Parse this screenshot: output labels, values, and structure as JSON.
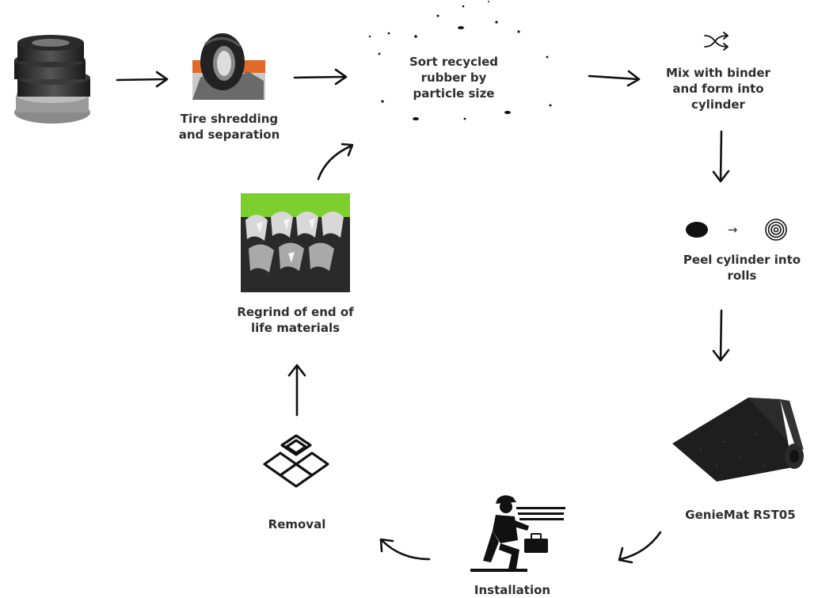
{
  "steps": {
    "tires": {
      "icon": "tire-stack-icon"
    },
    "shredding": {
      "label": "Tire shredding and separation",
      "icon": "tire-shredder-icon"
    },
    "sort": {
      "label": "Sort recycled rubber by particle size",
      "icon": "particles-icon"
    },
    "mix": {
      "label": "Mix with binder and form into cylinder",
      "icon": "shuffle-icon"
    },
    "peel": {
      "label": "Peel cylinder into rolls",
      "icon": "cylinder-to-roll-icon",
      "arrow_glyph": "→"
    },
    "product": {
      "label": "GenieMat RST05",
      "icon": "rubber-mat-roll-icon"
    },
    "installation": {
      "label": "Installation",
      "icon": "installer-worker-icon"
    },
    "removal": {
      "label": "Removal",
      "icon": "tiles-icon"
    },
    "regrind": {
      "label": "Regrind of end of life materials",
      "icon": "grinder-icon"
    }
  },
  "colors": {
    "text": "#2e2e2e",
    "arrow": "#111111",
    "grinder_green": "#7ccf2c",
    "shredder_orange": "#e06a2a",
    "mat": "#1e1e1e"
  }
}
